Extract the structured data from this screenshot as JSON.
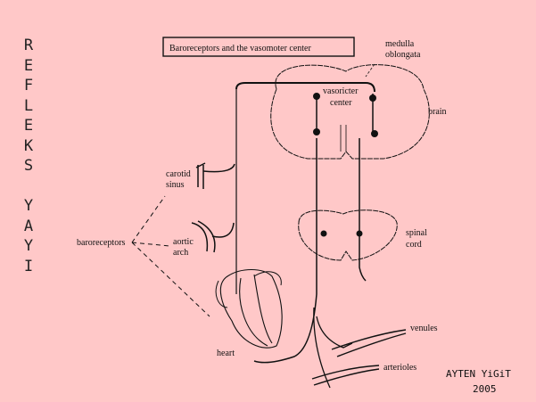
{
  "side_title": [
    "R",
    "E",
    "F",
    "L",
    "E",
    "K",
    "S",
    "",
    "Y",
    "A",
    "Y",
    "I"
  ],
  "title": "Baroreceptors and the vasomoter center",
  "labels": {
    "medulla_1": "medulla",
    "medulla_2": "oblongata",
    "vaso_1": "vasoricter",
    "vaso_2": "center",
    "brain": "brain",
    "carotid_1": "carotid",
    "carotid_2": "sinus",
    "aortic_1": "aortic",
    "aortic_2": "arch",
    "baroreceptors": "baroreceptors",
    "spinal_1": "spinal",
    "spinal_2": "cord",
    "heart": "heart",
    "venules": "venules",
    "arterioles": "arterioles"
  },
  "credit": {
    "name": "AYTEN YiGiT",
    "year": "2005"
  }
}
